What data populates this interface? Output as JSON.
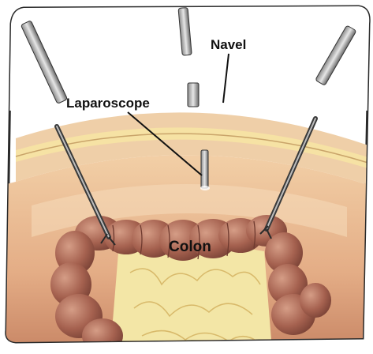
{
  "labels": {
    "navel": "Navel",
    "laparoscope": "Laparoscope",
    "colon": "Colon"
  },
  "colors": {
    "frame_border": "#2a2a2a",
    "abdominal_wall": "#e8c7a0",
    "fat_layer": "#f3dc9a",
    "cavity": "#e7b48c",
    "colon": "#9c5a4a",
    "colon_highlight": "#c88a74",
    "omentum": "#f4eaa8",
    "instrument": "#555555",
    "label_text": "#111111"
  }
}
